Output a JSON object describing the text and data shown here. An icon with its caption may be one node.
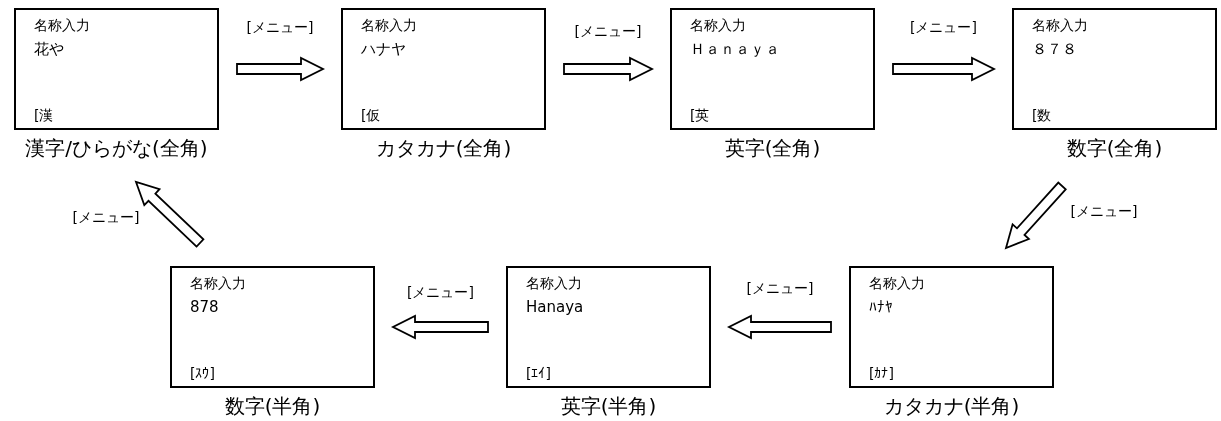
{
  "diagram": {
    "nodes": [
      {
        "text": [
          "名称入力",
          "花や",
          "[漢"
        ],
        "beside": [
          "漢字/ひらがな(全角)"
        ]
      },
      {
        "text": [
          "名称入力",
          "ハナヤ",
          "[仮"
        ],
        "beside": [
          "カタカナ(全角)"
        ]
      },
      {
        "text": [
          "名称入力",
          "Ｈａｎａｙａ",
          "[英"
        ],
        "beside": [
          "英字(全角)"
        ]
      },
      {
        "text": [
          "名称入力",
          "８７８",
          "[数"
        ],
        "beside": [
          "数字(全角)"
        ]
      },
      {
        "text": [
          "名称入力",
          "ﾊﾅﾔ",
          "[ｶﾅ]"
        ],
        "beside": [
          "カタカナ(半角)"
        ]
      },
      {
        "text": [
          "名称入力",
          "Hanaya",
          "[ｴｲ]"
        ],
        "beside": [
          "英字(半角)"
        ]
      },
      {
        "text": [
          "名称入力",
          "878",
          "[ｽｳ]"
        ],
        "beside": [
          "数字(半角)"
        ]
      }
    ],
    "edges": [
      {
        "from": 0,
        "to": 1,
        "arrow": "to",
        "label": "[メニュー]"
      },
      {
        "from": 1,
        "to": 2,
        "arrow": "to",
        "label": "[メニュー]"
      },
      {
        "from": 2,
        "to": 3,
        "arrow": "to",
        "label": "[メニュー]"
      },
      {
        "from": 3,
        "to": 4,
        "arrow": "to",
        "label": "[メニュー]"
      },
      {
        "from": 4,
        "to": 5,
        "arrow": "to",
        "label": "[メニュー]"
      },
      {
        "from": 5,
        "to": 6,
        "arrow": "to",
        "label": "[メニュー]"
      },
      {
        "from": 6,
        "to": 0,
        "arrow": "to",
        "label": "[メニュー]"
      }
    ]
  }
}
